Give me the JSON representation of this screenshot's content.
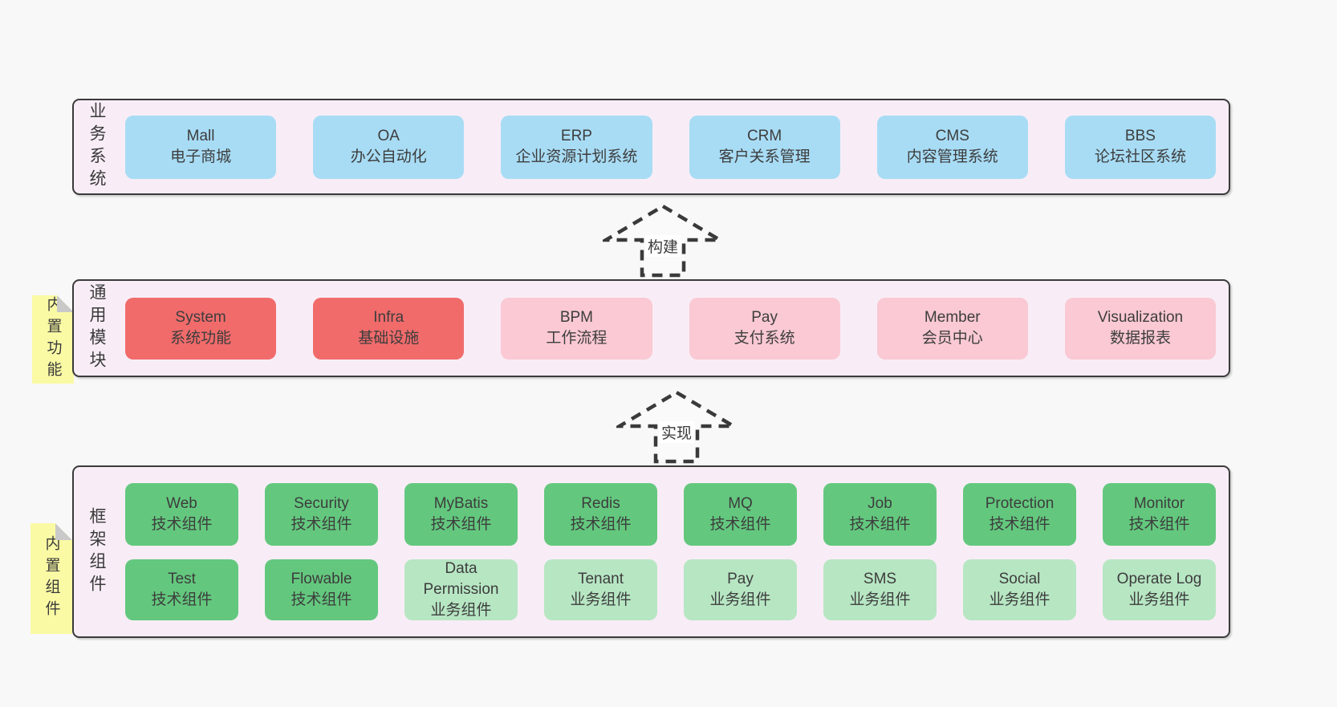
{
  "colors": {
    "page_bg": "#f8f8f8",
    "layer_bg": "#f8edf6",
    "layer_border": "#3a3a3a",
    "business_box": "#a8dcf5",
    "core_module_box": "#f16b6b",
    "optional_module_box": "#fac9d3",
    "tech_component_box": "#63c87e",
    "biz_component_box": "#b7e6c3",
    "sticky_note": "#fafaa5",
    "text": "#3d3d3d"
  },
  "layers": {
    "business": {
      "label": "业务系统",
      "boxes": [
        {
          "title": "Mall",
          "subtitle": "电子商城"
        },
        {
          "title": "OA",
          "subtitle": "办公自动化"
        },
        {
          "title": "ERP",
          "subtitle": "企业资源计划系统"
        },
        {
          "title": "CRM",
          "subtitle": "客户关系管理"
        },
        {
          "title": "CMS",
          "subtitle": "内容管理系统"
        },
        {
          "title": "BBS",
          "subtitle": "论坛社区系统"
        }
      ]
    },
    "modules": {
      "label": "通用模块",
      "note": "内置功能",
      "boxes": [
        {
          "title": "System",
          "subtitle": "系统功能"
        },
        {
          "title": "Infra",
          "subtitle": "基础设施"
        },
        {
          "title": "BPM",
          "subtitle": "工作流程"
        },
        {
          "title": "Pay",
          "subtitle": "支付系统"
        },
        {
          "title": "Member",
          "subtitle": "会员中心"
        },
        {
          "title": "Visualization",
          "subtitle": "数据报表"
        }
      ]
    },
    "framework": {
      "label": "框架组件",
      "note": "内置组件",
      "row1": [
        {
          "title": "Web",
          "subtitle": "技术组件"
        },
        {
          "title": "Security",
          "subtitle": "技术组件"
        },
        {
          "title": "MyBatis",
          "subtitle": "技术组件"
        },
        {
          "title": "Redis",
          "subtitle": "技术组件"
        },
        {
          "title": "MQ",
          "subtitle": "技术组件"
        },
        {
          "title": "Job",
          "subtitle": "技术组件"
        },
        {
          "title": "Protection",
          "subtitle": "技术组件"
        },
        {
          "title": "Monitor",
          "subtitle": "技术组件"
        }
      ],
      "row2": [
        {
          "title": "Test",
          "subtitle": "技术组件"
        },
        {
          "title": "Flowable",
          "subtitle": "技术组件"
        },
        {
          "title": "Data Permission",
          "subtitle": "业务组件"
        },
        {
          "title": "Tenant",
          "subtitle": "业务组件"
        },
        {
          "title": "Pay",
          "subtitle": "业务组件"
        },
        {
          "title": "SMS",
          "subtitle": "业务组件"
        },
        {
          "title": "Social",
          "subtitle": "业务组件"
        },
        {
          "title": "Operate Log",
          "subtitle": "业务组件"
        }
      ]
    }
  },
  "arrows": {
    "build": "构建",
    "implement": "实现"
  }
}
